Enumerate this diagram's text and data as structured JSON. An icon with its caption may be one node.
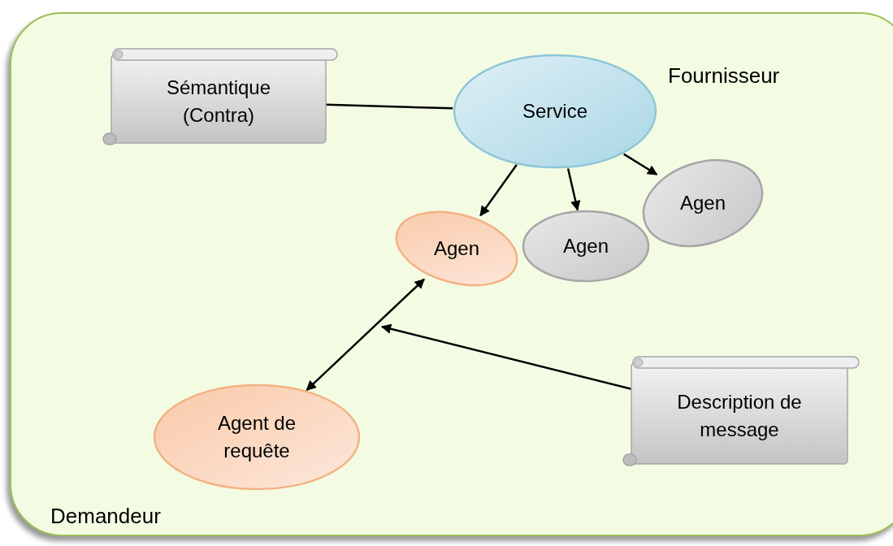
{
  "diagram": {
    "nodes": [
      {
        "text": [
          "Sémantique (Contra)"
        ]
      },
      {
        "text": [
          "Service"
        ]
      },
      {
        "text": [
          "Agen"
        ]
      },
      {
        "text": [
          "Agen"
        ]
      },
      {
        "text": [
          "Agen"
        ]
      },
      {
        "text": [
          "Agent de requête"
        ]
      },
      {
        "text": [
          "Description de message"
        ]
      }
    ],
    "edges": [
      {
        "from": 0,
        "to": 1,
        "arrow": "none"
      },
      {
        "from": 1,
        "to": 2,
        "arrow": "to"
      },
      {
        "from": 1,
        "to": 3,
        "arrow": "to"
      },
      {
        "from": 1,
        "to": 4,
        "arrow": "to"
      },
      {
        "from": 5,
        "to": 2,
        "arrow": "both"
      },
      {
        "from": 6,
        "to": null,
        "arrow": "to"
      }
    ],
    "labels": [
      "Fournisseur",
      "Demandeur"
    ]
  }
}
